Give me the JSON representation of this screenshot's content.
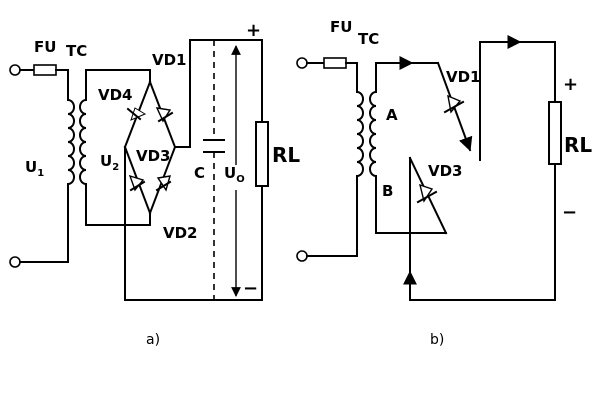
{
  "diagram_a": {
    "fuse_label": "FU",
    "transformer_label": "TC",
    "input_voltage": "U",
    "input_voltage_sub": "1",
    "secondary_voltage": "U",
    "secondary_voltage_sub": "2",
    "diodes": [
      "VD1",
      "VD4",
      "VD3",
      "VD2"
    ],
    "capacitor_label": "C",
    "output_voltage": "U",
    "output_voltage_sub": "O",
    "load_label": "RL",
    "plus_sign": "+",
    "minus_sign": "−",
    "caption": "a)"
  },
  "diagram_b": {
    "fuse_label": "FU",
    "transformer_label": "TC",
    "node_a": "A",
    "node_b": "B",
    "diodes": [
      "VD1",
      "VD3"
    ],
    "load_label": "RL",
    "plus_sign": "+",
    "minus_sign": "−",
    "caption": "b)"
  }
}
